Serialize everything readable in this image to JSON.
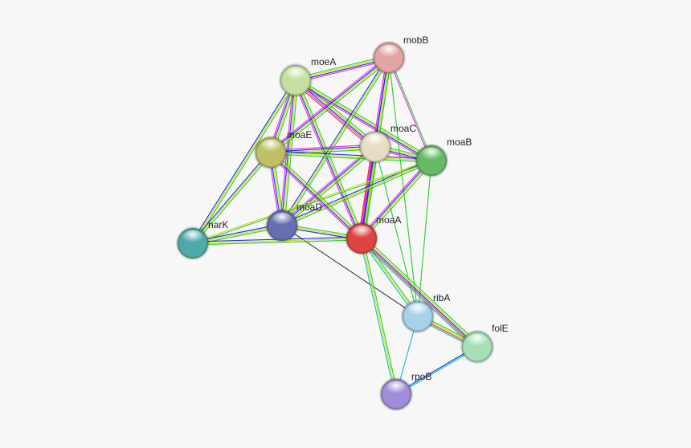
{
  "diagram": {
    "type": "network",
    "nodes": [
      {
        "id": "mobB",
        "label": "mobB",
        "color": "#e2a6a6"
      },
      {
        "id": "moeA",
        "label": "moeA",
        "color": "#c6e0a0"
      },
      {
        "id": "moaC",
        "label": "moaC",
        "color": "#e6dcc4"
      },
      {
        "id": "moaB",
        "label": "moaB",
        "color": "#66bb66"
      },
      {
        "id": "moaE",
        "label": "moaE",
        "color": "#bfbf66"
      },
      {
        "id": "moaD",
        "label": "moaD",
        "color": "#6670b0"
      },
      {
        "id": "moaA",
        "label": "moaA",
        "color": "#dd4444"
      },
      {
        "id": "narK",
        "label": "narK",
        "color": "#4eaaa6"
      },
      {
        "id": "ribA",
        "label": "ribA",
        "color": "#a6d2ea"
      },
      {
        "id": "folE",
        "label": "folE",
        "color": "#a6e0b8"
      },
      {
        "id": "rpoB",
        "label": "rpoB",
        "color": "#a08cd8"
      }
    ],
    "edge_colors": [
      "#22cc22",
      "#ccdd00",
      "#1122dd",
      "#ee22ee",
      "#00bbcc",
      "#333333",
      "#ee2222"
    ],
    "edges": [
      {
        "source": "moeA",
        "target": "mobB",
        "types": [
          0,
          1,
          2,
          3
        ]
      },
      {
        "source": "moeA",
        "target": "moaC",
        "types": [
          0,
          1,
          2,
          3,
          6
        ]
      },
      {
        "source": "moeA",
        "target": "moaB",
        "types": [
          0,
          1,
          2,
          3
        ]
      },
      {
        "source": "moeA",
        "target": "moaE",
        "types": [
          0,
          1,
          2,
          3
        ]
      },
      {
        "source": "moeA",
        "target": "moaD",
        "types": [
          0,
          1,
          2,
          3
        ]
      },
      {
        "source": "moeA",
        "target": "moaA",
        "types": [
          0,
          1,
          2,
          3
        ]
      },
      {
        "source": "moeA",
        "target": "narK",
        "types": [
          0,
          1,
          2
        ]
      },
      {
        "source": "mobB",
        "target": "moaC",
        "types": [
          0,
          1,
          2,
          3
        ]
      },
      {
        "source": "mobB",
        "target": "moaB",
        "types": [
          0,
          3
        ]
      },
      {
        "source": "mobB",
        "target": "moaE",
        "types": [
          0,
          1,
          2,
          3
        ]
      },
      {
        "source": "mobB",
        "target": "moaD",
        "types": [
          0,
          1,
          2
        ]
      },
      {
        "source": "mobB",
        "target": "moaA",
        "types": [
          0,
          1,
          2,
          3
        ]
      },
      {
        "source": "mobB",
        "target": "ribA",
        "types": [
          0
        ]
      },
      {
        "source": "moaC",
        "target": "moaB",
        "types": [
          0,
          1,
          2,
          3
        ]
      },
      {
        "source": "moaC",
        "target": "moaE",
        "types": [
          0,
          1,
          2,
          3
        ]
      },
      {
        "source": "moaC",
        "target": "moaD",
        "types": [
          0,
          1,
          2,
          3
        ]
      },
      {
        "source": "moaC",
        "target": "moaA",
        "types": [
          0,
          1,
          2,
          3,
          6
        ]
      },
      {
        "source": "moaC",
        "target": "ribA",
        "types": [
          0
        ]
      },
      {
        "source": "moaB",
        "target": "moaE",
        "types": [
          0,
          1,
          2
        ]
      },
      {
        "source": "moaB",
        "target": "moaD",
        "types": [
          0,
          1,
          2
        ]
      },
      {
        "source": "moaB",
        "target": "moaA",
        "types": [
          0,
          1,
          2,
          3
        ]
      },
      {
        "source": "moaB",
        "target": "narK",
        "types": [
          0,
          1
        ]
      },
      {
        "source": "moaB",
        "target": "ribA",
        "types": [
          0
        ]
      },
      {
        "source": "moaE",
        "target": "moaD",
        "types": [
          0,
          1,
          2,
          3
        ]
      },
      {
        "source": "moaE",
        "target": "moaA",
        "types": [
          0,
          1,
          2,
          3
        ]
      },
      {
        "source": "moaE",
        "target": "narK",
        "types": [
          0,
          1,
          2
        ]
      },
      {
        "source": "moaD",
        "target": "moaA",
        "types": [
          0,
          1,
          2
        ]
      },
      {
        "source": "moaD",
        "target": "narK",
        "types": [
          0,
          1,
          2
        ]
      },
      {
        "source": "moaD",
        "target": "ribA",
        "types": [
          5
        ]
      },
      {
        "source": "moaA",
        "target": "narK",
        "types": [
          0,
          1,
          2
        ]
      },
      {
        "source": "moaA",
        "target": "ribA",
        "types": [
          0,
          1,
          4
        ]
      },
      {
        "source": "moaA",
        "target": "folE",
        "types": [
          0,
          1,
          2,
          6,
          4
        ]
      },
      {
        "source": "moaA",
        "target": "rpoB",
        "types": [
          0,
          1,
          4
        ]
      },
      {
        "source": "ribA",
        "target": "folE",
        "types": [
          0,
          1,
          6,
          4
        ]
      },
      {
        "source": "ribA",
        "target": "rpoB",
        "types": [
          4
        ]
      },
      {
        "source": "folE",
        "target": "rpoB",
        "types": [
          4,
          2
        ]
      }
    ]
  }
}
